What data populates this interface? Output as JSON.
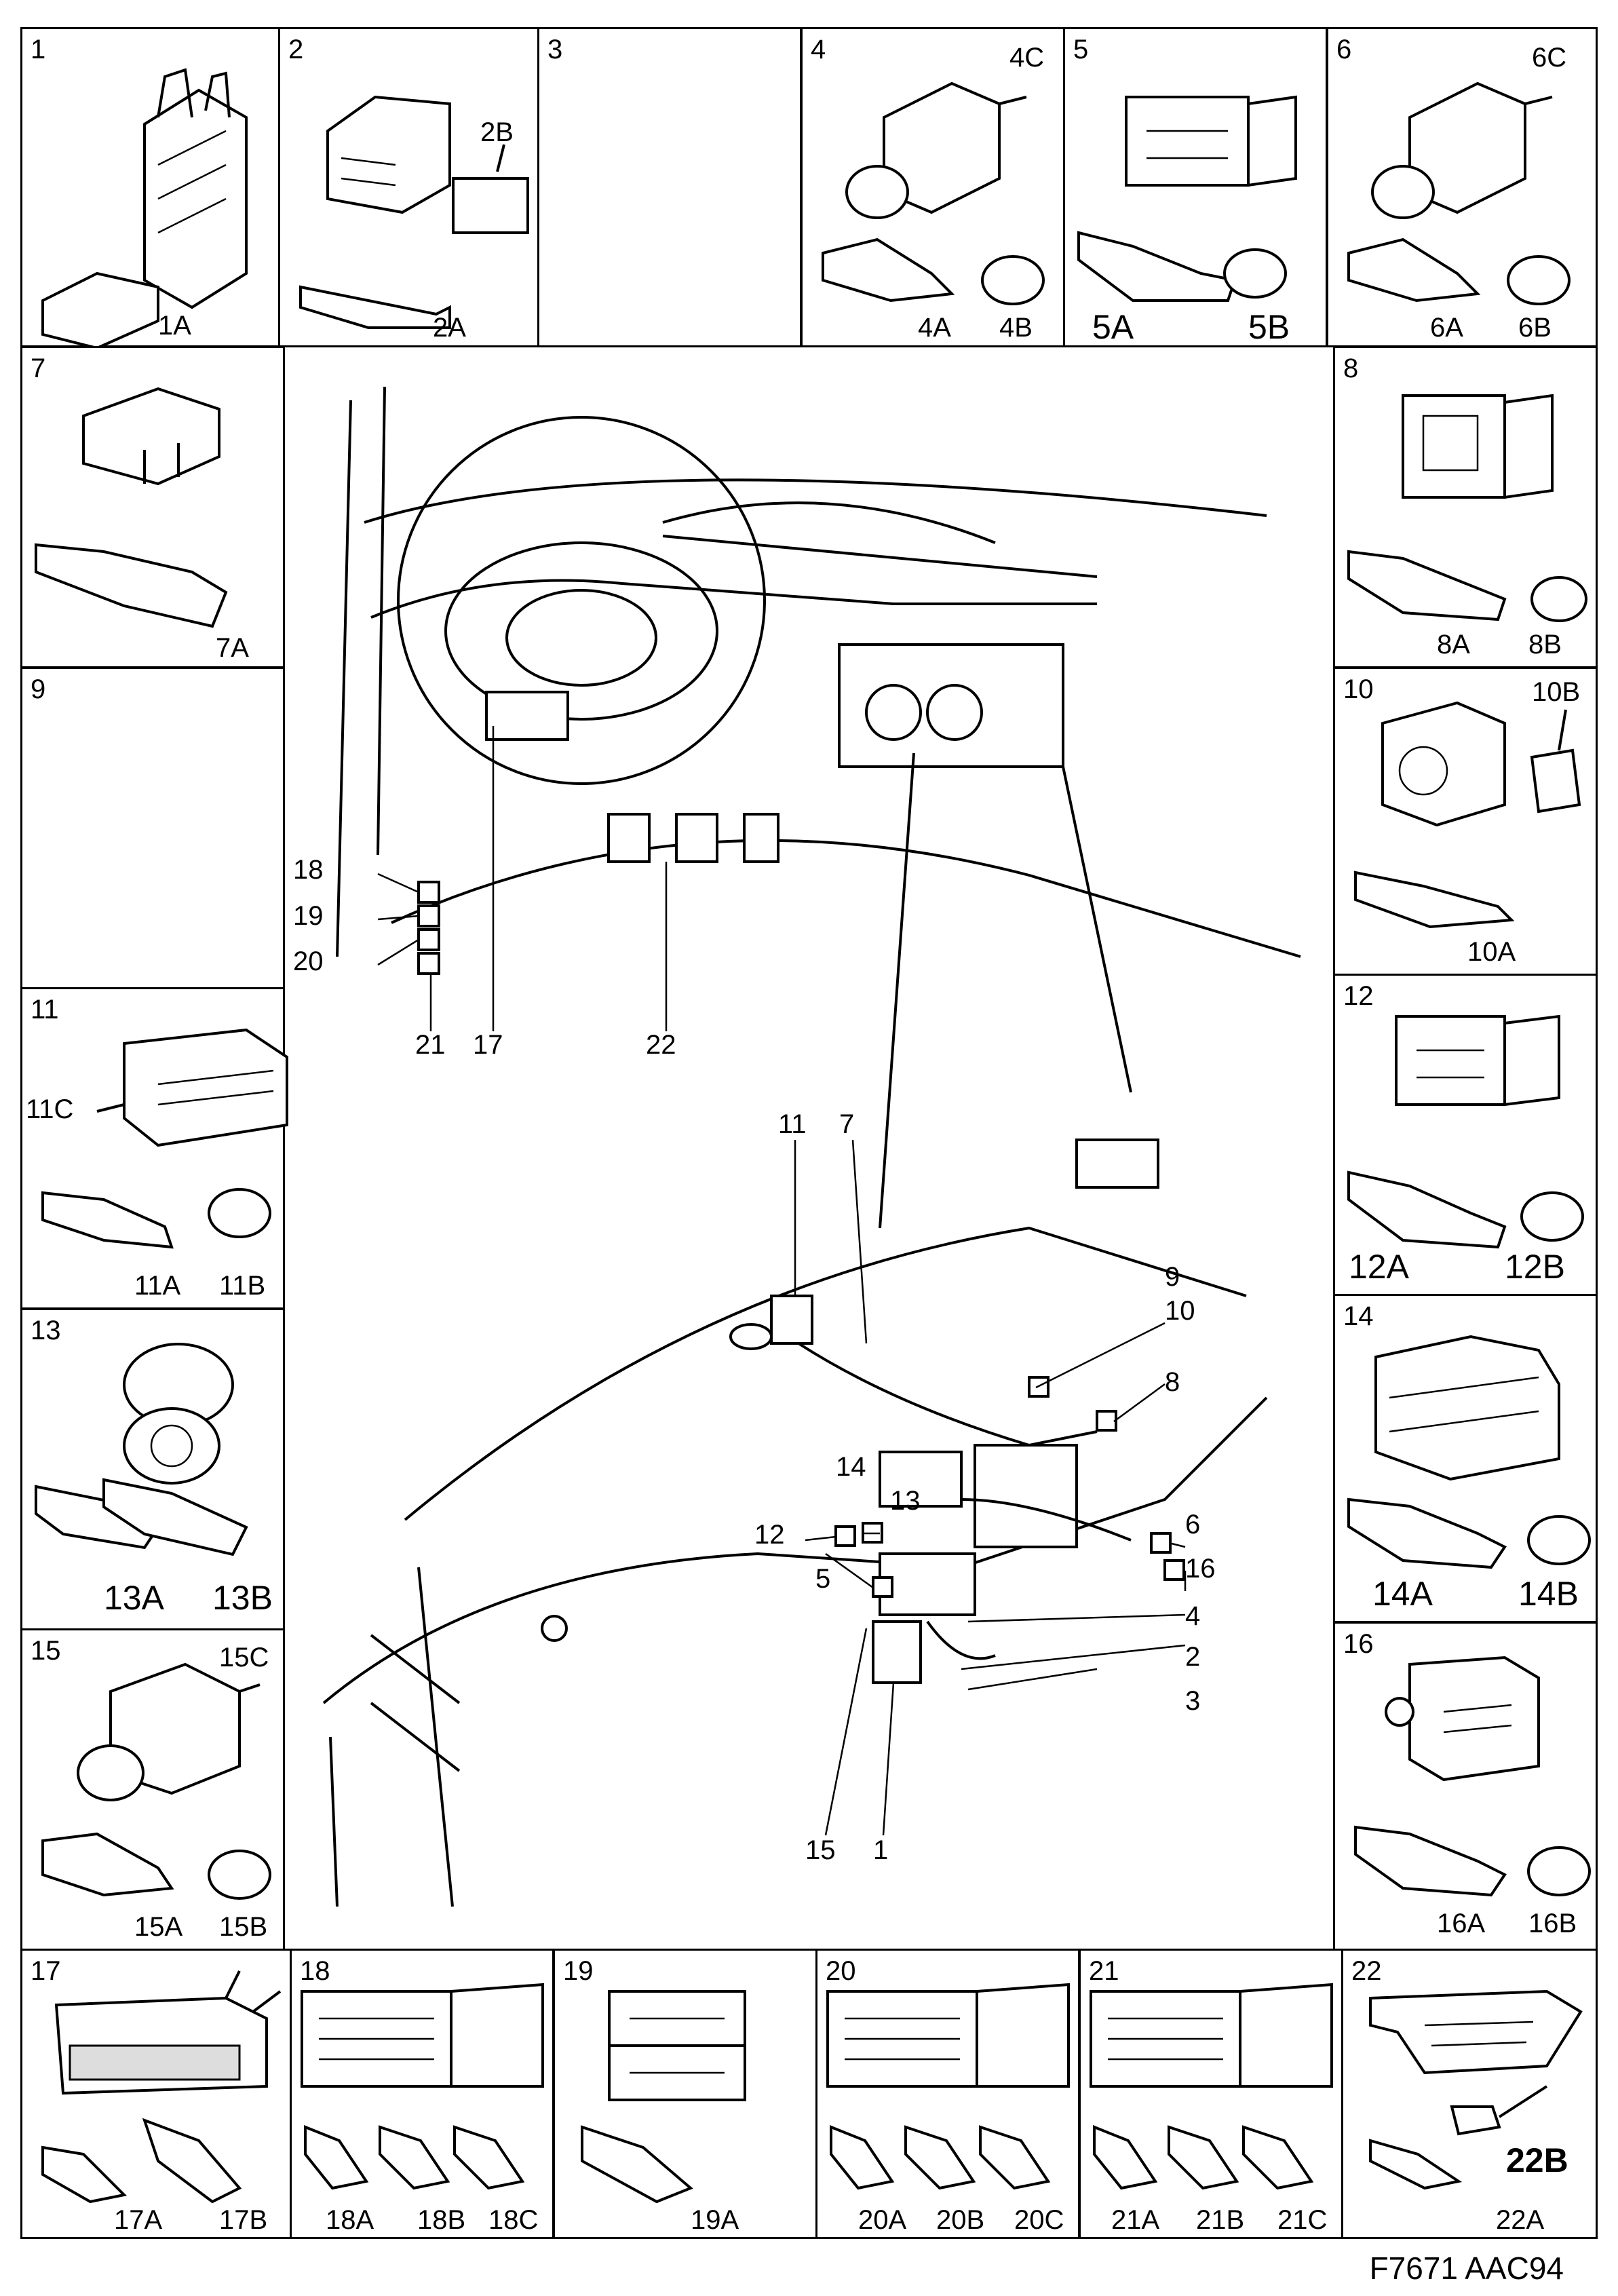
{
  "figure_code": "F7671 AAC94",
  "cells": {
    "c1": {
      "num": "1",
      "labels": [
        "1A"
      ]
    },
    "c2": {
      "num": "2",
      "labels": [
        "2A",
        "2B"
      ]
    },
    "c3": {
      "num": "3",
      "labels": []
    },
    "c4": {
      "num": "4",
      "labels": [
        "4A",
        "4B",
        "4C"
      ]
    },
    "c5": {
      "num": "5",
      "labels": [
        "5A",
        "5B"
      ]
    },
    "c6": {
      "num": "6",
      "labels": [
        "6A",
        "6B",
        "6C"
      ]
    },
    "c7": {
      "num": "7",
      "labels": [
        "7A"
      ]
    },
    "c8": {
      "num": "8",
      "labels": [
        "8A",
        "8B"
      ]
    },
    "c9": {
      "num": "9",
      "labels": []
    },
    "c10": {
      "num": "10",
      "labels": [
        "10A",
        "10B"
      ]
    },
    "c11": {
      "num": "11",
      "labels": [
        "11A",
        "11B",
        "11C"
      ]
    },
    "c12": {
      "num": "12",
      "labels": [
        "12A",
        "12B"
      ]
    },
    "c13": {
      "num": "13",
      "labels": [
        "13A",
        "13B"
      ]
    },
    "c14": {
      "num": "14",
      "labels": [
        "14A",
        "14B"
      ]
    },
    "c15": {
      "num": "15",
      "labels": [
        "15A",
        "15B",
        "15C"
      ]
    },
    "c16": {
      "num": "16",
      "labels": [
        "16A",
        "16B"
      ]
    },
    "c17": {
      "num": "17",
      "labels": [
        "17A",
        "17B"
      ]
    },
    "c18": {
      "num": "18",
      "labels": [
        "18A",
        "18B",
        "18C"
      ]
    },
    "c19": {
      "num": "19",
      "labels": [
        "19A"
      ]
    },
    "c20": {
      "num": "20",
      "labels": [
        "20A",
        "20B",
        "20C"
      ]
    },
    "c21": {
      "num": "21",
      "labels": [
        "21A",
        "21B",
        "21C"
      ]
    },
    "c22": {
      "num": "22",
      "labels": [
        "22A",
        "22B"
      ]
    }
  },
  "callouts": {
    "interior": [
      "18",
      "19",
      "20",
      "21",
      "17",
      "22"
    ],
    "engine": [
      "11",
      "7",
      "9",
      "10",
      "8",
      "14",
      "13",
      "12",
      "5",
      "6",
      "16",
      "4",
      "2",
      "3",
      "15",
      "1"
    ]
  }
}
